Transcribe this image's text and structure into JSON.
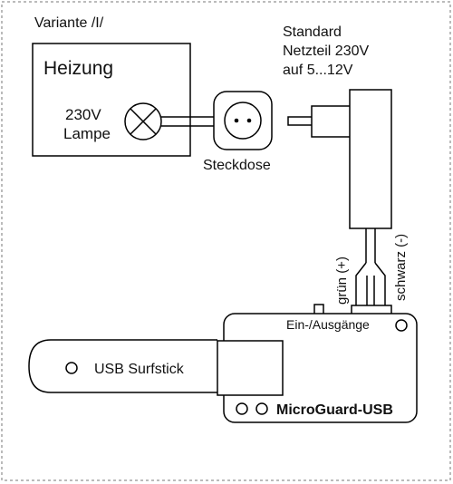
{
  "variant_label": "Variante /I/",
  "heater": {
    "title": "Heizung",
    "lamp_label_line1": "230V",
    "lamp_label_line2": "Lampe"
  },
  "socket": {
    "label": "Steckdose"
  },
  "power_supply": {
    "label_line1": "Standard",
    "label_line2": "Netzteil 230V",
    "label_line3": "auf 5...12V"
  },
  "wires": {
    "positive_label": "grün (+)",
    "negative_label": "schwarz (-)"
  },
  "device": {
    "name": "MicroGuard-USB",
    "io_label": "Ein-/Ausgänge"
  },
  "usb_stick": {
    "label": "USB Surfstick"
  },
  "colors": {
    "line": "#000000",
    "frame": "#777777",
    "background": "#ffffff"
  }
}
